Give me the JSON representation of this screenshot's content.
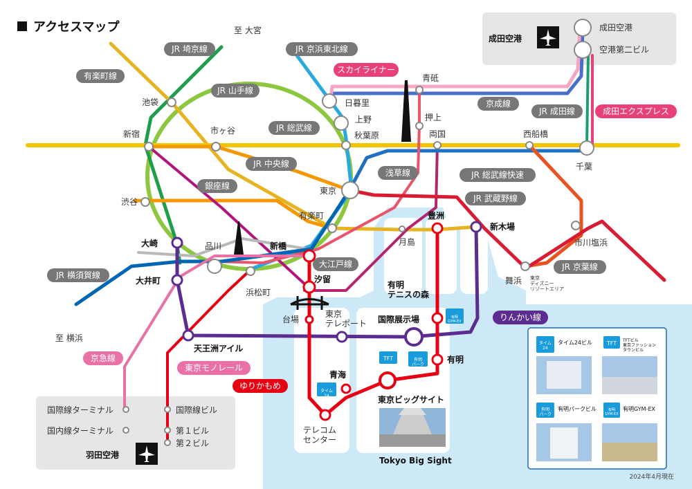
{
  "title": "アクセスマップ",
  "date_note": "2024年4月現在",
  "directions": {
    "omiya": "至 大宮",
    "yokohama": "至 横浜"
  },
  "airports": {
    "narita": {
      "name": "成田空港",
      "stations": [
        "成田空港",
        "空港第二ビル"
      ]
    },
    "haneda": {
      "name": "羽田空港",
      "left_stations": [
        "国際線ターミナル",
        "国内線ターミナル"
      ],
      "right_stations": [
        "国際線ビル",
        "第１ビル",
        "第２ビル"
      ]
    }
  },
  "line_tags": {
    "yurakucho": "有楽町線",
    "saikyo": "JR 埼京線",
    "keihin": "JR 京浜東北線",
    "yamanote": "JR 山手線",
    "skyliner": "スカイライナー",
    "keisei": "京成線",
    "narita_line": "JR 成田線",
    "narita_express": "成田エクスプレス",
    "sobu": "JR 総武線",
    "chuo": "JR 中央線",
    "asakusa": "浅草線",
    "sobu_rapid": "JR 総武線快速",
    "ginza": "銀座線",
    "musashino": "JR 武蔵野線",
    "oedo": "大江戸線",
    "yokosuka": "JR 横須賀線",
    "keiyo": "JR 京葉線",
    "rinkai": "りんかい線",
    "keikyu": "京急線",
    "monorail": "東京モノレール",
    "yurikamome": "ゆりかもめ"
  },
  "stations": {
    "ikebukuro": "池袋",
    "shinjuku": "新宿",
    "ichigaya": "市ヶ谷",
    "shibuya": "渋谷",
    "nippori": "日暮里",
    "ueno": "上野",
    "akihabara": "秋葉原",
    "aoto": "青砥",
    "oshiage": "押上",
    "ryogoku": "両国",
    "nishifunabashi": "西船橋",
    "chiba": "千葉",
    "tokyo": "東京",
    "yurakucho": "有楽町",
    "shinbashi": "新橋",
    "shinagawa": "品川",
    "osaki": "大崎",
    "oimachi": "大井町",
    "hamamatsucho": "浜松町",
    "shiodome": "汐留",
    "tsukishima": "月島",
    "toyosu": "豊洲",
    "shinkiba": "新木場",
    "ichikawashiohama": "市川塩浜",
    "maihama": "舞浜",
    "disney": "東京\nディズニー\nリゾートエリア",
    "tennozu": "天王洲アイル",
    "daiba": "台場",
    "telecom_front": "東京\nテレポート",
    "kokusai_tenjijo": "国際展示場",
    "ariake_tennis": "有明\nテニスの森",
    "ariake": "有明",
    "aomi": "青海",
    "bigsight": "東京ビッグサイト",
    "telecom_center": "テレコム\nセンター"
  },
  "venue": {
    "bigsight_en": "Tokyo Big Sight"
  },
  "badges": {
    "tft": "TFT",
    "time24": "タイム\n24",
    "ariake_park": "有明\nパーク",
    "ariake_gymex": "有明\nGYM-EX"
  },
  "legend": [
    {
      "badge": "タイム\n24",
      "name": "タイム24ビル"
    },
    {
      "badge": "TFT",
      "name": "TFTビル\n東京ファッション\nタウンビル"
    },
    {
      "badge": "有明\nパーク",
      "name": "有明パークビル"
    },
    {
      "badge": "有明\nGYM-EX",
      "name": "有明GYM-EX"
    }
  ],
  "colors": {
    "yurakucho": "#e6b422",
    "saikyo": "#1e9e4a",
    "keihin": "#29a9e0",
    "yamanote": "#8dc63f",
    "chuo": "#f39800",
    "sobu": "#f5c400",
    "keisei": "#4a6fc9",
    "skyliner": "#f4a6c4",
    "narita_line": "#1aa070",
    "narita_express": "#e8407a",
    "asakusa": "#e9546b",
    "sobu_rapid": "#1f70c1",
    "ginza": "#f39800",
    "musashino": "#e8531f",
    "oedo": "#b5246e",
    "hibiya": "#b9b9b9",
    "yokosuka": "#0065b3",
    "keiyo": "#d71c34",
    "rinkai": "#5c2d91",
    "keikyu": "#e971a6",
    "monorail": "#e60012",
    "yurikamome": "#e60012",
    "mita": "#b1157b",
    "water": "#cde9f8",
    "badge": "#1a9bdb",
    "tag": "#777777"
  }
}
